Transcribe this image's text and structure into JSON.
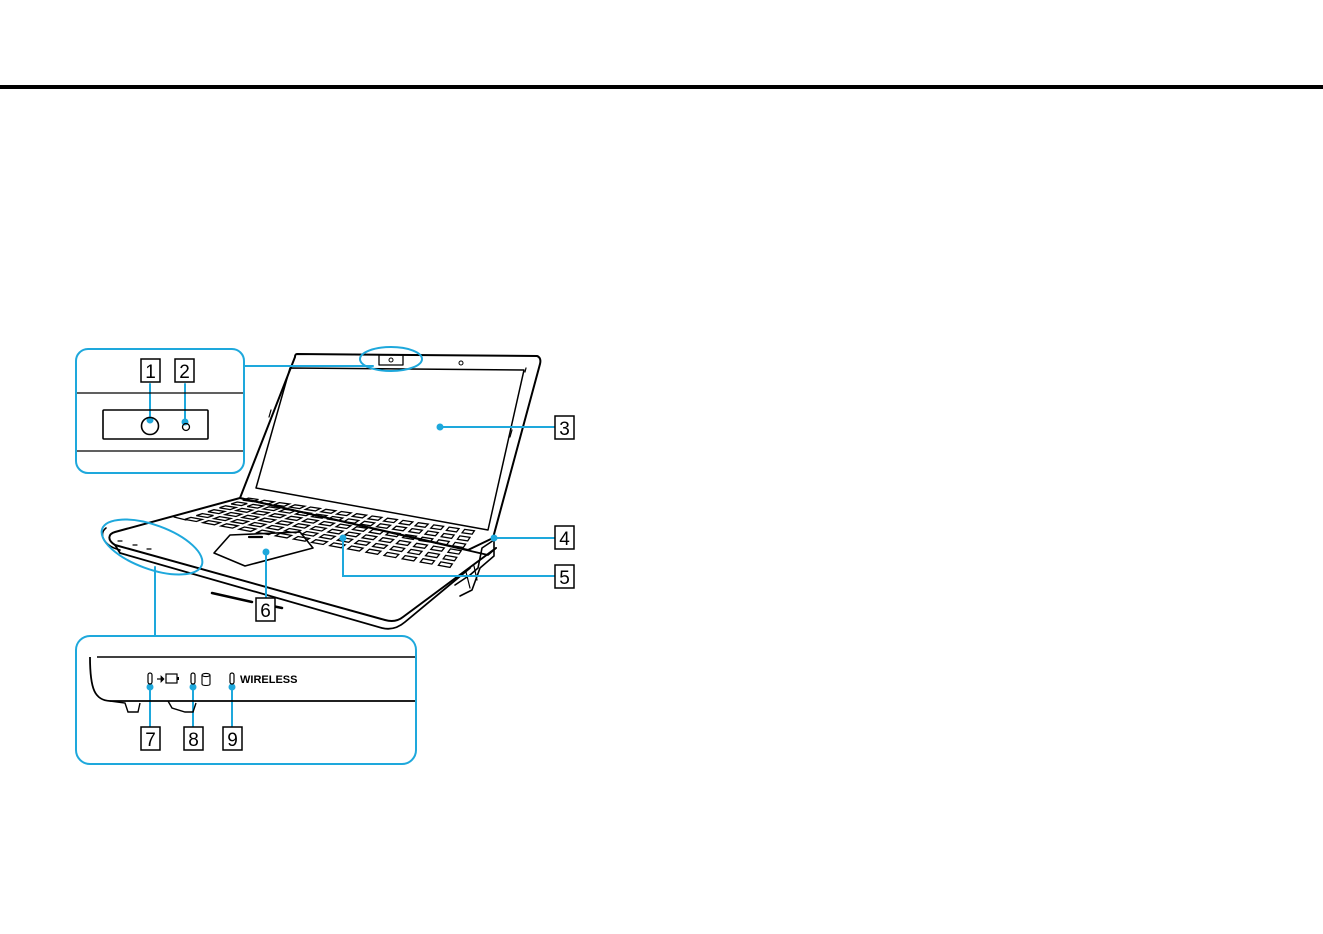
{
  "colors": {
    "callout": "#1ea8dc",
    "line_art": "#000000",
    "rule": "#000000"
  },
  "callouts": [
    {
      "number": "1",
      "target": "webcam-lens"
    },
    {
      "number": "2",
      "target": "webcam-indicator"
    },
    {
      "number": "3",
      "target": "lcd-screen"
    },
    {
      "number": "4",
      "target": "power-button"
    },
    {
      "number": "5",
      "target": "keyboard"
    },
    {
      "number": "6",
      "target": "touch-pad"
    },
    {
      "number": "7",
      "target": "charge-indicator"
    },
    {
      "number": "8",
      "target": "disk-drive-indicator"
    },
    {
      "number": "9",
      "target": "wireless-indicator"
    }
  ],
  "indicator_panel": {
    "wireless_label": "WIRELESS"
  }
}
